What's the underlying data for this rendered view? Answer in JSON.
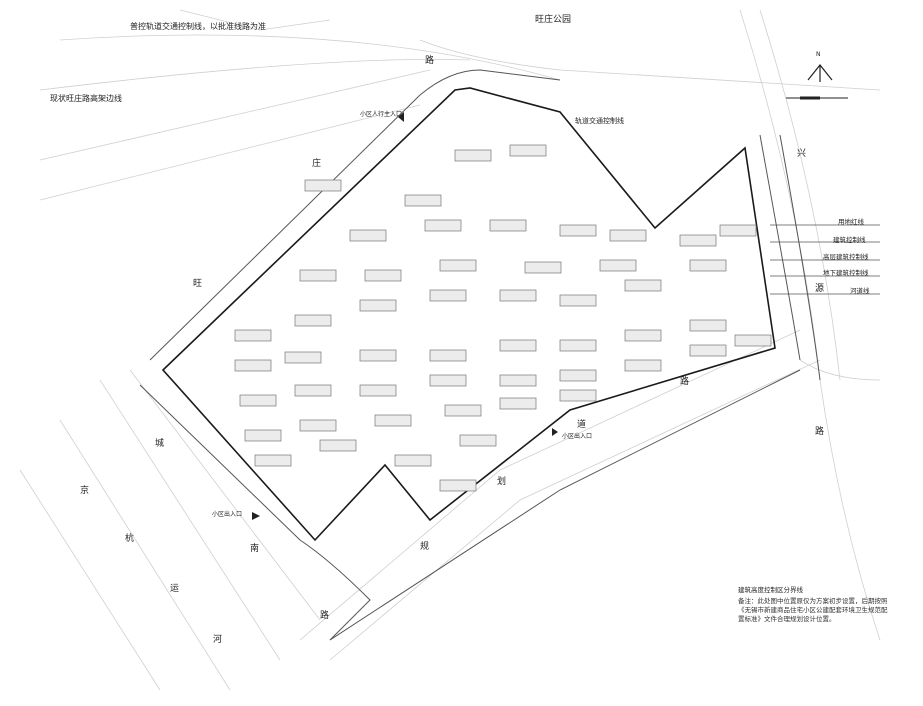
{
  "labels": {
    "planned_rail_line": "普控轨道交通控制线，以批准线路为准",
    "park": "旺庄公园",
    "existing_elevated": "现状旺庄路高架边线",
    "rail_control": "轨道交通控制线",
    "entrance_north": "小区人行主入口",
    "entrance_south": "小区出入口",
    "entrance_southwest": "小区出入口"
  },
  "roads": {
    "wangzhuang": [
      "路",
      "庄",
      "旺"
    ],
    "xingyuan": [
      "兴",
      "源",
      "路"
    ],
    "chengnan": [
      "城",
      "南",
      "路"
    ],
    "jinghang": [
      "京",
      "杭",
      "运",
      "河"
    ],
    "guihua": [
      "规",
      "划",
      "道",
      "路"
    ]
  },
  "legend": {
    "items": [
      "用地红线",
      "建筑控制线",
      "高层建筑控制线",
      "地下建筑控制线",
      "河道线"
    ],
    "section_title": "建筑高度控制区分界线",
    "note": "备注：此处图中位置原仅为方案初步设置，后期按照《无锡市新建商品住宅小区公建配套环境卫生规范配置标准》文件合理规划设计位置。"
  },
  "compass": {
    "north_label": "N"
  },
  "colors": {
    "line": "#333333",
    "faint": "#c9c9c9",
    "redline": "#1a1a1a"
  }
}
